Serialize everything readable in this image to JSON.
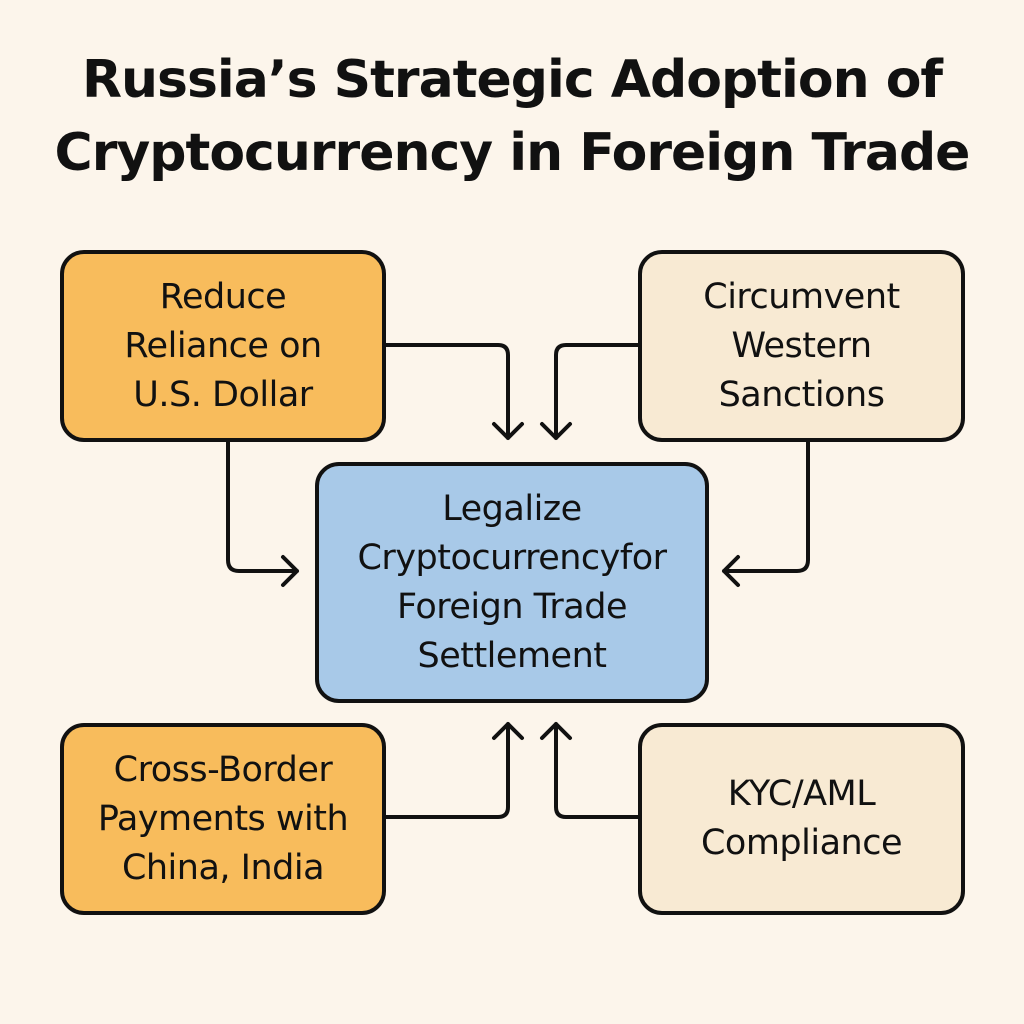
{
  "diagram": {
    "title_lines": [
      "Russia’s Strategic Adoption of",
      "Cryptocurrency in Foreign Trade"
    ],
    "colors": {
      "background": "#fcf5eb",
      "driver_fill": "#f8bc5c",
      "constraint_fill": "#f8ead3",
      "center_fill": "#a8c9e8",
      "stroke": "#111111"
    },
    "nodes": {
      "reduce_dollar": {
        "lines": [
          "Reduce",
          "Reliance on",
          "U.S. Dollar"
        ]
      },
      "circumvent_sanctions": {
        "lines": [
          "Circumvent",
          "Western",
          "Sanctions"
        ]
      },
      "center": {
        "lines": [
          "Legalize",
          "Cryptocurrencyfor",
          "Foreign Trade",
          "Settlement"
        ]
      },
      "cross_border": {
        "lines": [
          "Cross-Border",
          "Payments with",
          "China, India"
        ]
      },
      "kyc_aml": {
        "lines": [
          "KYC/AML",
          "Compliance"
        ]
      }
    },
    "edges": [
      {
        "from": "reduce_dollar",
        "to": "center"
      },
      {
        "from": "circumvent_sanctions",
        "to": "center"
      },
      {
        "from": "cross_border",
        "to": "center"
      },
      {
        "from": "kyc_aml",
        "to": "center"
      }
    ]
  }
}
